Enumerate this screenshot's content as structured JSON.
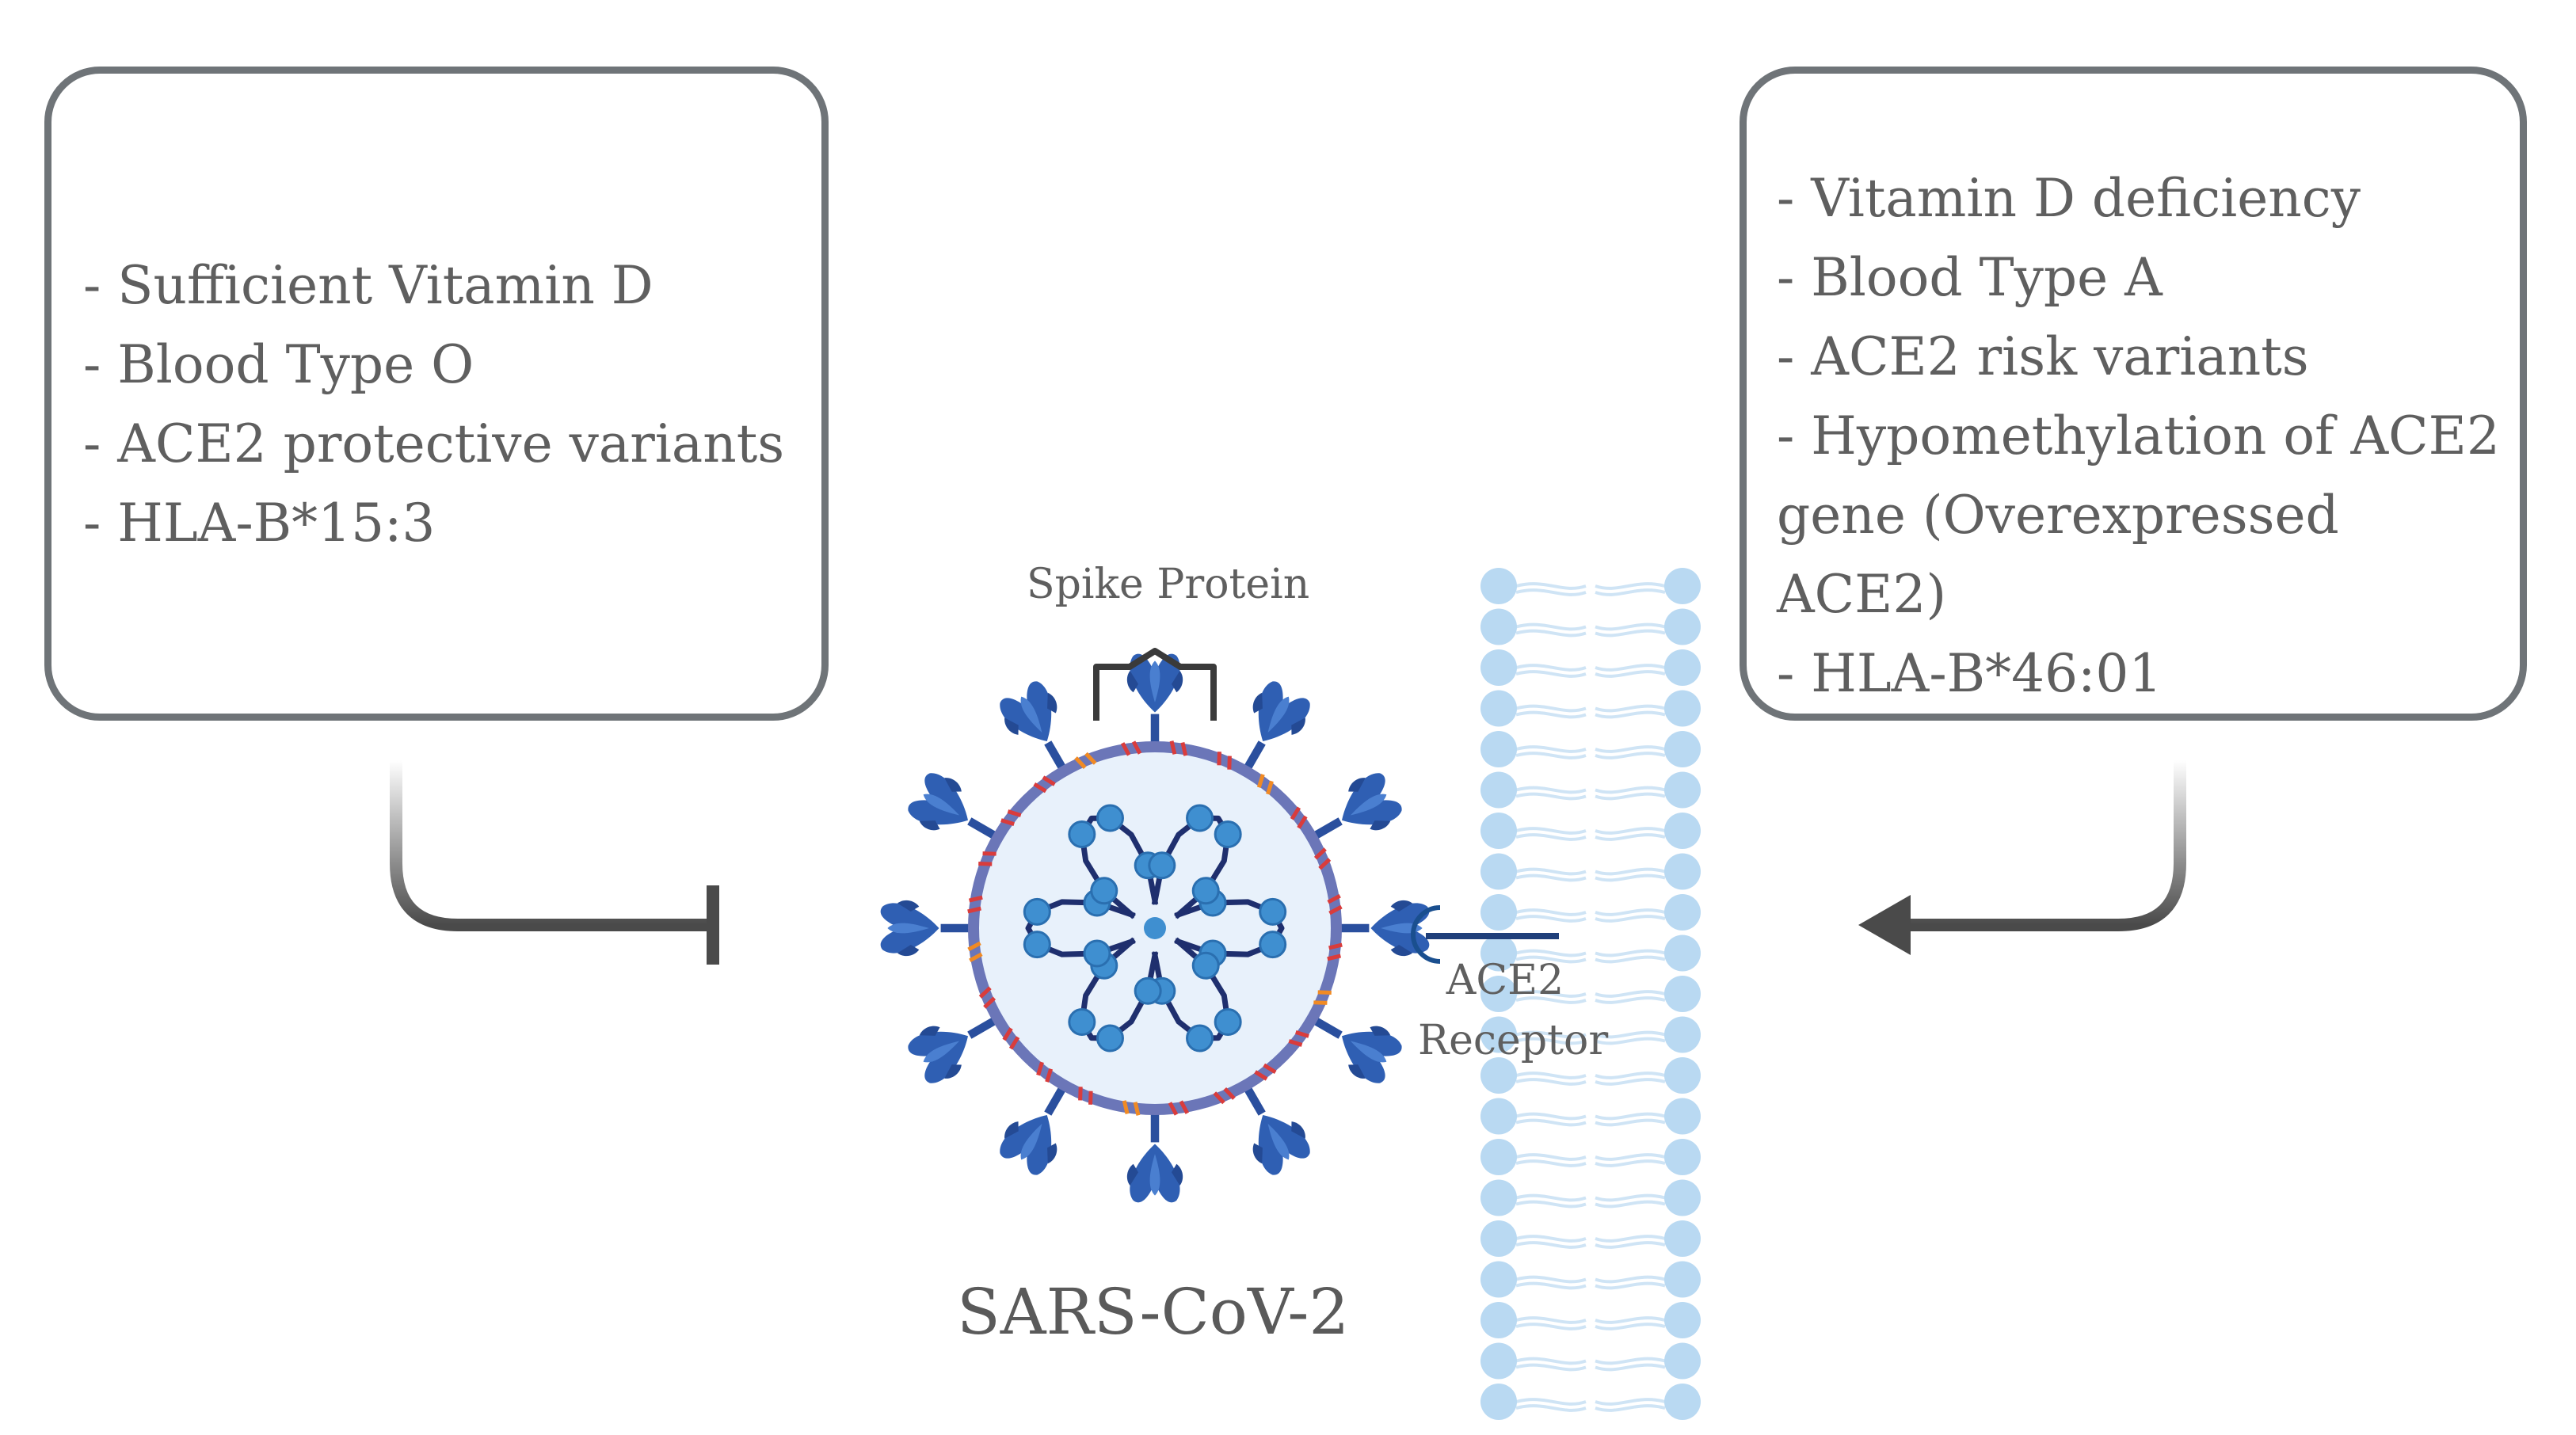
{
  "left_box": {
    "items": [
      "- Sufficient Vitamin D",
      "- Blood Type O",
      "- ACE2 protective variants",
      "- HLA-B*15:3"
    ]
  },
  "right_box": {
    "items": [
      "- Vitamin D deficiency",
      "- Blood Type A",
      "- ACE2 risk variants",
      "- Hypomethylation of ACE2",
      "gene (Overexpressed ACE2)",
      "- HLA-B*46:01"
    ]
  },
  "labels": {
    "spike": "Spike Protein",
    "ace2_line1": "ACE2",
    "ace2_line2": "Receptor",
    "virus": "SARS-CoV-2"
  },
  "colors": {
    "box_border": "#6f7478",
    "arrow": "#4a4a4a",
    "spike_blue": "#2f5fb3",
    "membrane": "#b9d9f2",
    "envelope": "#6b76b8",
    "rna": "#1f2f6e",
    "nucleo": "#3f8fd0",
    "virus_fill": "#e8f1fb"
  },
  "icons": {
    "inhibit": "inhibition-arrow-icon",
    "activate": "activation-arrow-icon",
    "virus": "coronavirus-icon",
    "membrane": "cell-membrane-icon",
    "receptor": "ace2-receptor-icon"
  }
}
